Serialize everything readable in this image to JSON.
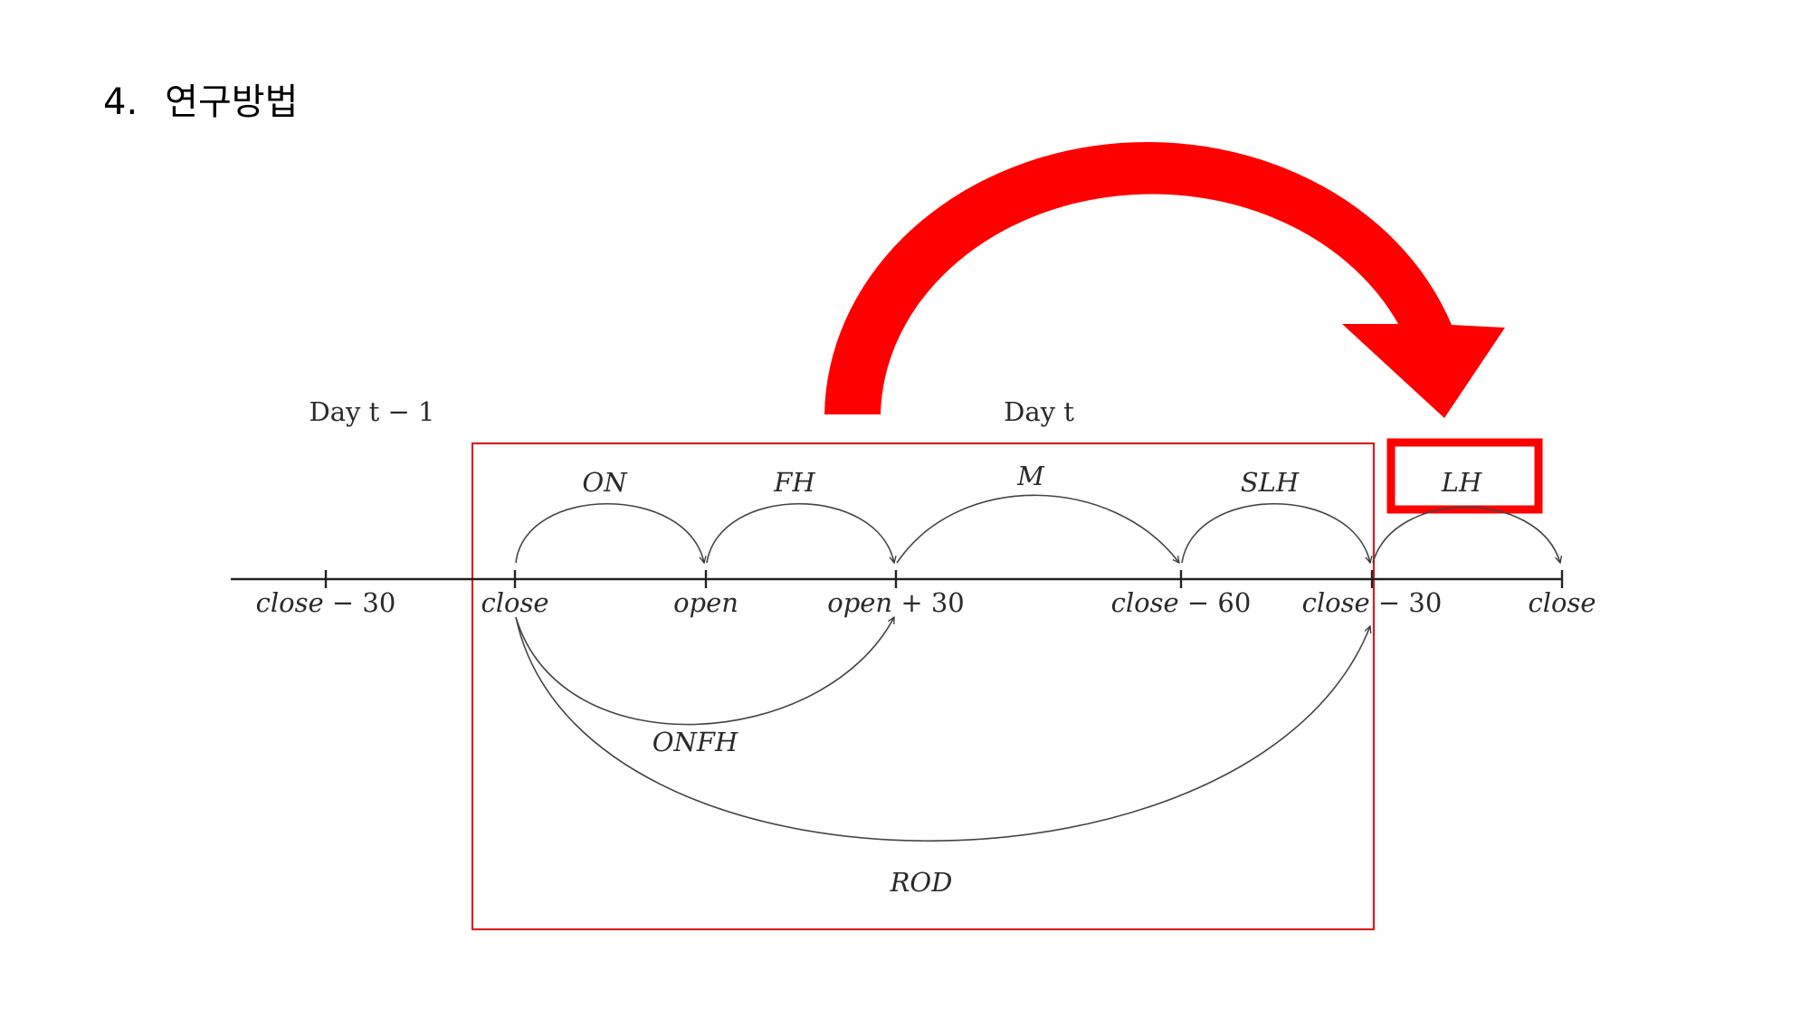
{
  "slide": {
    "number": "4.",
    "title": "연구방법"
  },
  "diagram": {
    "day_labels": {
      "prev": "Day t − 1",
      "curr": "Day t"
    },
    "ticks": [
      {
        "var": "close",
        "suffix": " − 30"
      },
      {
        "var": "close",
        "suffix": ""
      },
      {
        "var": "open",
        "suffix": ""
      },
      {
        "var": "open",
        "suffix": " + 30"
      },
      {
        "var": "close",
        "suffix": " − 60"
      },
      {
        "var": "close",
        "suffix": " − 30"
      },
      {
        "var": "close",
        "suffix": ""
      }
    ],
    "intervals": {
      "on": "ON",
      "fh": "FH",
      "m": "M",
      "slh": "SLH",
      "lh": "LH",
      "onfh": "ONFH",
      "rod": "ROD"
    },
    "colors": {
      "highlight": "#ff0000",
      "box": "#d42020",
      "line": "#333333"
    }
  }
}
